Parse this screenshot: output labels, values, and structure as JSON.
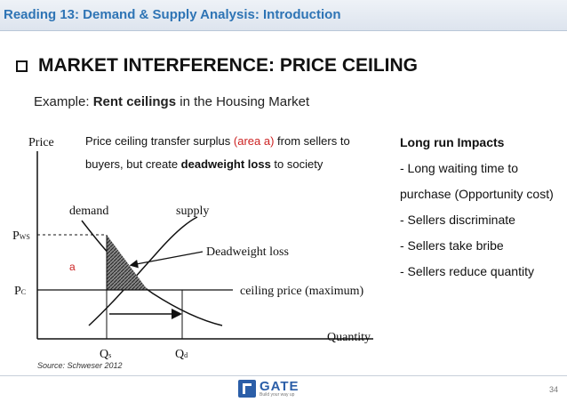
{
  "header": {
    "title": "Reading 13: Demand & Supply Analysis: Introduction"
  },
  "slide": {
    "title": "MARKET INTERFERENCE: PRICE CEILING",
    "example_prefix": "Example: ",
    "example_bold": "Rent ceilings",
    "example_suffix": " in the Housing Market"
  },
  "note": {
    "part1": "Price ceiling transfer surplus ",
    "highlight": "(area a)",
    "part2": " from sellers to buyers, but create ",
    "bold": "deadweight loss",
    "part3": " to society"
  },
  "impacts": {
    "heading": "Long run Impacts",
    "items": [
      "- Long waiting time to purchase (Opportunity cost)",
      "- Sellers discriminate",
      "- Sellers take bribe",
      "- Sellers reduce quantity"
    ]
  },
  "chart_labels": {
    "price_axis": "Price",
    "quantity_axis": "Quantity",
    "demand": "demand",
    "supply": "supply",
    "deadweight": "Deadweight loss",
    "ceiling": "ceiling price (maximum)",
    "pws": "P",
    "pws_sub": "WS",
    "pc": "P",
    "pc_sub": "C",
    "qs": "Q",
    "qs_sub": "s",
    "qd": "Q",
    "qd_sub": "d",
    "area": "a"
  },
  "colors": {
    "header_title": "#2e74b5",
    "area_label": "#cc2222",
    "highlight": "#cc2222"
  },
  "source": "Source: Schweser 2012",
  "footer": {
    "logo_text": "GATE",
    "logo_sub": "Build your way up",
    "page_number": "34"
  }
}
